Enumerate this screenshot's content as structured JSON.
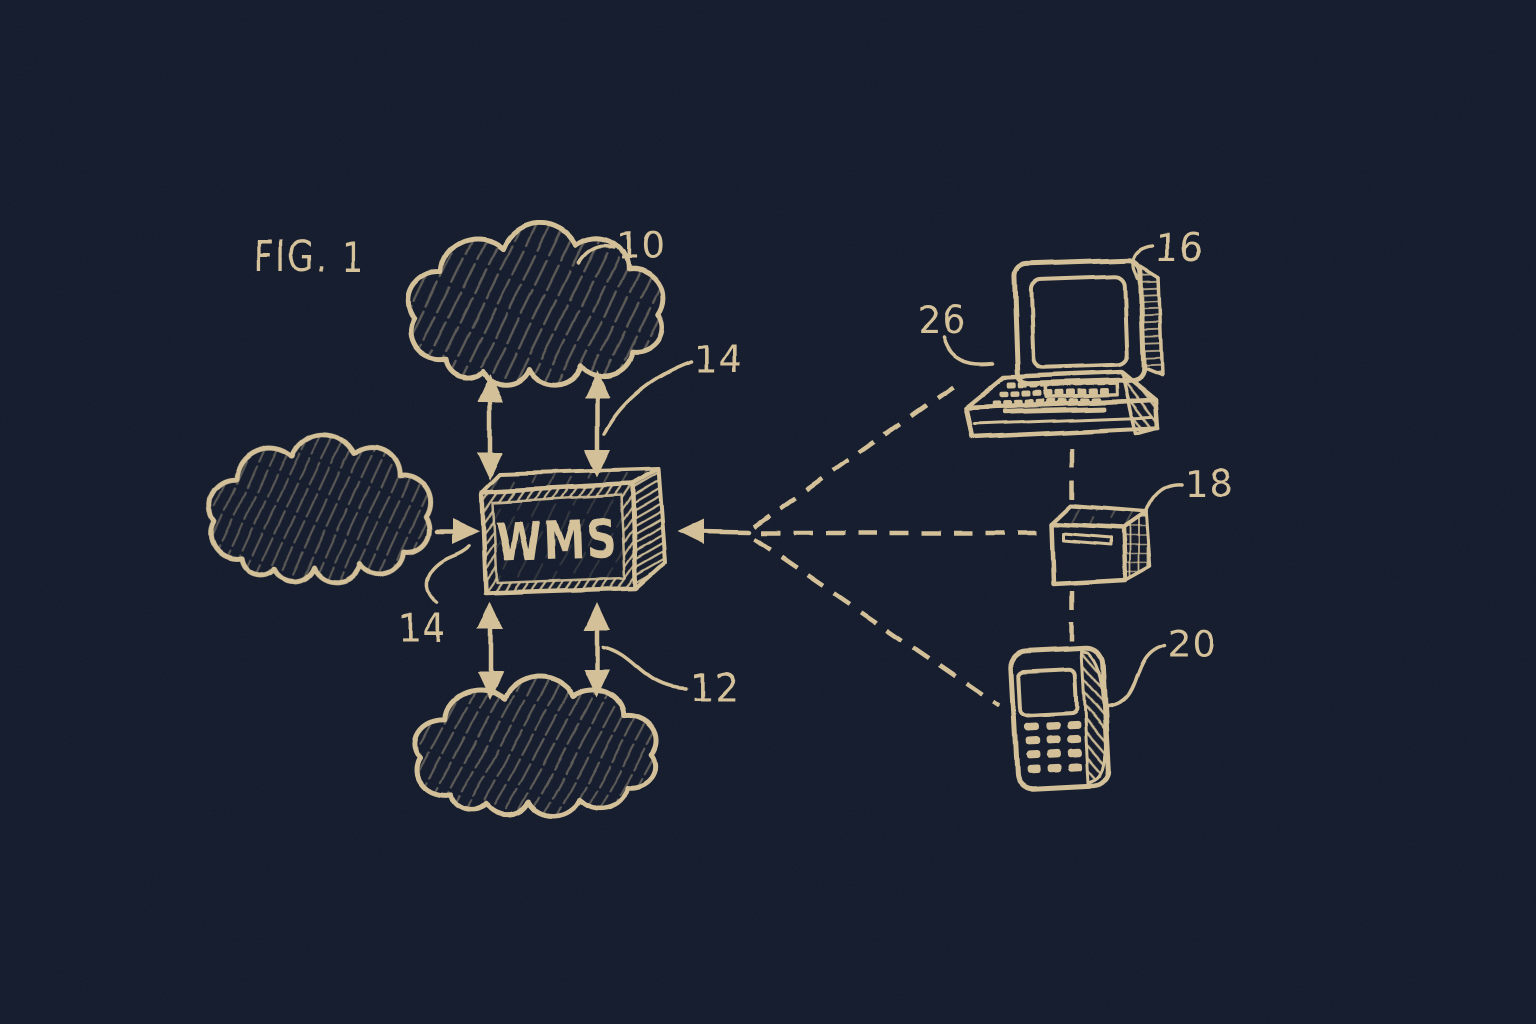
{
  "figure": {
    "title": "FIG. 1",
    "system_label": "WMS"
  },
  "reference_numerals": {
    "cloud_top": "10",
    "link_bottom": "12",
    "link_top": "14",
    "link_left": "14",
    "computer": "16",
    "printer": "18",
    "handheld": "20",
    "keyboard": "26"
  },
  "colors": {
    "background": "#121a2c",
    "ink": "#d3c098"
  }
}
